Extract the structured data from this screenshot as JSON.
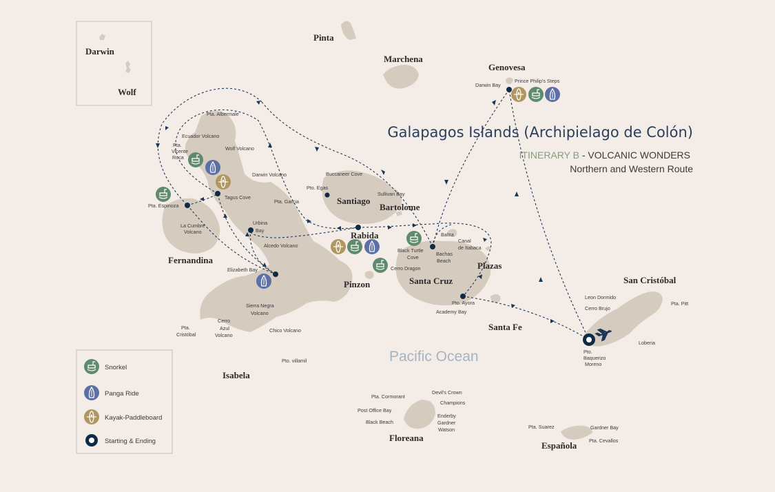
{
  "title": "Galapagos Islands (Archipielago de Colón)",
  "itinerary": {
    "code": "ITINERARY B",
    "sep": " - ",
    "name": "VOLCANIC WONDERS",
    "route": "Northern and Western Route"
  },
  "ocean": "Pacific Ocean",
  "islands": {
    "darwin": "Darwin",
    "wolf": "Wolf",
    "pinta": "Pinta",
    "marchena": "Marchena",
    "genovesa": "Genovesa",
    "santiago": "Santiago",
    "bartolome": "Bartolome",
    "rabida": "Rabida",
    "fernandina": "Fernandina",
    "isabela": "Isabela",
    "pinzon": "Pinzon",
    "santa_cruz": "Santa Cruz",
    "plazas": "Plazas",
    "santa_fe": "Santa Fe",
    "san_cristobal": "San Cristóbal",
    "floreana": "Floreana",
    "espanola": "Española"
  },
  "places": {
    "darwin_bay": "Darwin Bay",
    "prince_philips": "Prince Philip's Steps",
    "pta_albermale": "Pta. Albermale",
    "ecuador_volcano": "Ecuador Volcano",
    "wolf_volcano": "Wolf Volcano",
    "pta_vicente_1": "Pta.",
    "pta_vicente_2": "Vicente",
    "pta_vicente_3": "Roca",
    "darwin_volcano": "Darwin Volcano",
    "tagus_cove": "Tagus Cove",
    "pta_garcia": "Pta. Garcia",
    "pta_espinoza": "Pta. Espinoza",
    "la_cumbre_1": "La Cumbre",
    "la_cumbre_2": "Volcano",
    "urbina_1": "Urbina",
    "urbina_2": "Bay",
    "alcedo": "Alcedo Volcano",
    "elizabeth_bay": "Elizabeth Bay",
    "sierra_negra_1": "Sierra Negra",
    "sierra_negra_2": "Volcano",
    "cerro_azul_1": "Cerro",
    "cerro_azul_2": "Azul",
    "cerro_azul_3": "Volcano",
    "pta_cristobal_1": "Pta.",
    "pta_cristobal_2": "Cristóbal",
    "chico": "Chico Volcano",
    "pto_villamil": "Pto. villamil",
    "buccaneer": "Buccaneer Cove",
    "pto_egas": "Pto. Egas",
    "sullivan": "Sullivan Bay",
    "baltra": "Baltra",
    "canal_1": "Canal",
    "canal_2": "de Itabaca",
    "black_turtle_1": "Black Turtle",
    "black_turtle_2": "Cove",
    "bachas_1": "Bachas",
    "bachas_2": "Beach",
    "cerro_dragon": "Cerro Dragon",
    "pto_ayora": "Pto. Ayora",
    "academy_bay": "Academy Bay",
    "leon_dormido": "Leon Dormido",
    "cerro_brujo": "Cerro Brujo",
    "pta_pitt": "Pta. Pitt",
    "loberia": "Loberia",
    "baq_1": "Pto.",
    "baq_2": "Baquerizo",
    "baq_3": "Moreno",
    "pta_cormorant": "Pta. Cormorant",
    "devils_crown": "Devil's Crown",
    "champions": "Champions",
    "post_office": "Post Office Bay",
    "black_beach": "Black Beach",
    "enderby": "Enderby",
    "gardner": "Gardner",
    "watson": "Watson",
    "pta_suarez": "Pta. Suarez",
    "gardner_bay": "Gardner Bay",
    "pta_cevallos": "Pta. Cevallos"
  },
  "legend": {
    "snorkel": "Snorkel",
    "panga": "Panga Ride",
    "kayak": "Kayak-Paddleboard",
    "start_end": "Starting & Ending"
  },
  "colors": {
    "snorkel": "#5f8a6e",
    "panga": "#5c6fa6",
    "kayak": "#b09660",
    "route": "#1e3554",
    "land": "#d6cbbf"
  },
  "icons": [
    "snorkel-icon",
    "panga-ride-icon",
    "kayak-paddleboard-icon",
    "start-end-icon",
    "airplane-icon"
  ]
}
